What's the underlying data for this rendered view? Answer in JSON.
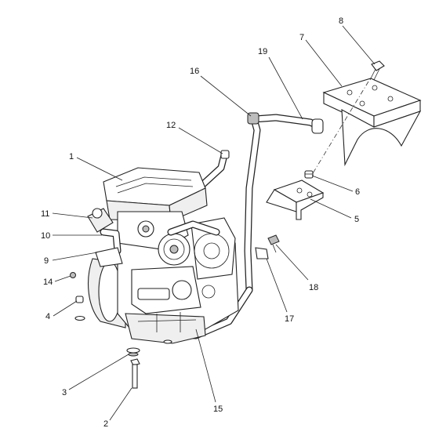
{
  "diagram": {
    "callouts": [
      "1",
      "2",
      "3",
      "4",
      "5",
      "6",
      "7",
      "8",
      "9",
      "10",
      "11",
      "12",
      "14",
      "15",
      "16",
      "17",
      "18",
      "19"
    ]
  }
}
